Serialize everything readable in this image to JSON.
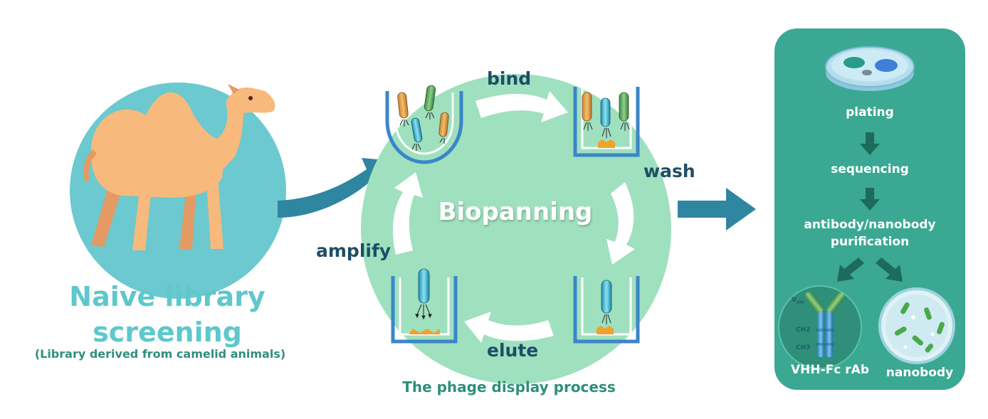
{
  "left": {
    "title": "Naive library screening",
    "subtitle": "(Library derived from camelid animals)"
  },
  "cycle": {
    "center_label": "Biopanning",
    "caption": "The phage display process",
    "steps": {
      "bind": "bind",
      "wash": "wash",
      "elute": "elute",
      "amplify": "amplify"
    }
  },
  "panel": {
    "steps": [
      "plating",
      "sequencing",
      "antibody/nanobody purification"
    ],
    "antibody_label": "VHH-Fc rAb",
    "nanobody_label": "nanobody",
    "domain_labels": {
      "vh": "V",
      "vh_sub": "HH",
      "ch2": "CH2",
      "ch3": "CH3"
    }
  },
  "colors": {
    "camel": "#f7b97c",
    "camel_shadow": "#e39a63",
    "camel_circle": "#6cc9cf",
    "cycle_circle": "#9fe0bf",
    "panel_bg": "#3aa892",
    "arrow_blue": "#2e86a0",
    "dark_arrow": "#1d6b5a",
    "well_blue": "#3b86c9",
    "antigen": "#f0a22b",
    "phage_orange": "#d99a45",
    "phage_green": "#5aa55a",
    "phage_cyan": "#3bb8d4"
  },
  "icons": [
    "camel-icon",
    "petri-dish-icon",
    "antibody-icon",
    "nanobody-dish-icon",
    "phage-icon"
  ]
}
